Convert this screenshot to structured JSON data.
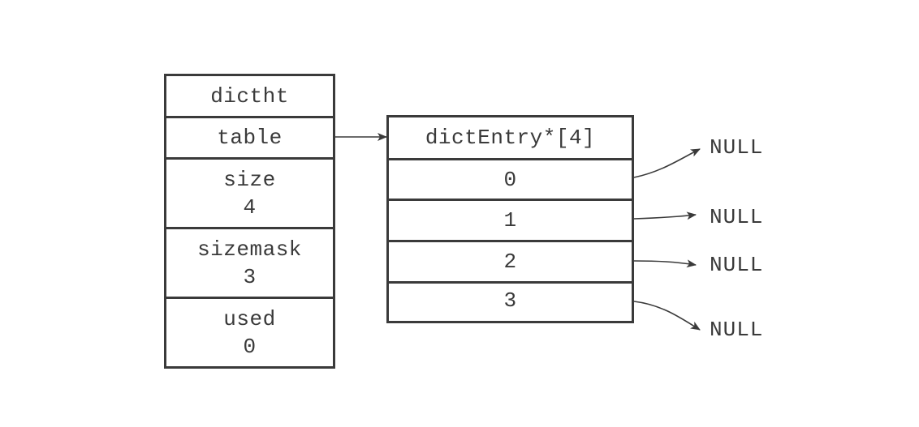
{
  "dictht": {
    "title": "dictht",
    "table_label": "table",
    "size_label": "size",
    "size_value": "4",
    "sizemask_label": "sizemask",
    "sizemask_value": "3",
    "used_label": "used",
    "used_value": "0"
  },
  "entries": {
    "title": "dictEntry*[4]",
    "slots": [
      "0",
      "1",
      "2",
      "3"
    ]
  },
  "null_labels": [
    "NULL",
    "NULL",
    "NULL",
    "NULL"
  ],
  "colors": {
    "stroke": "#3a3a3a",
    "background": "#ffffff"
  }
}
